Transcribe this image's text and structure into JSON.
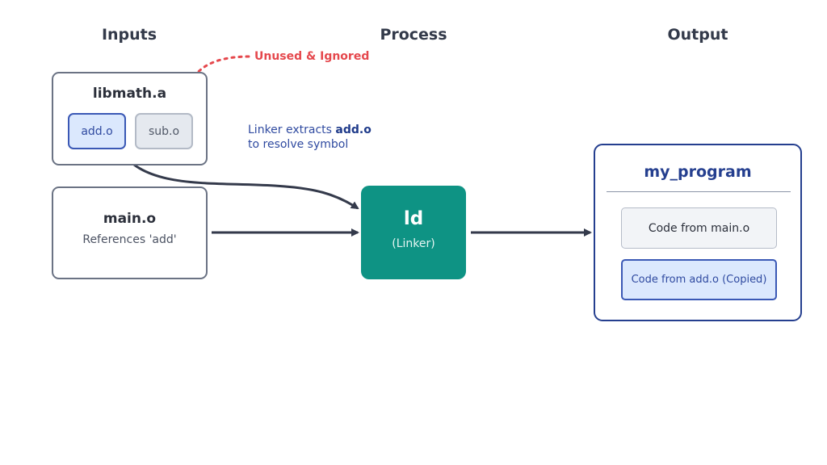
{
  "columns": {
    "inputs": "Inputs",
    "process": "Process",
    "output": "Output"
  },
  "annotation_unused": "Unused & Ignored",
  "libmath": {
    "title": "libmath.a",
    "add_module": "add.o",
    "sub_module": "sub.o"
  },
  "main_obj": {
    "title": "main.o",
    "subtitle": "References 'add'"
  },
  "linker_note": {
    "line1_prefix": "Linker extracts ",
    "line1_bold": "add.o",
    "line2": "to resolve symbol"
  },
  "linker": {
    "title": "ld",
    "subtitle": "(Linker)"
  },
  "program": {
    "title": "my_program",
    "section_main": "Code from main.o",
    "section_add": "Code from add.o (Copied)"
  },
  "colors": {
    "accent_teal": "#0e9384",
    "accent_navy": "#253f8f",
    "warning_red": "#e5484d",
    "arrow": "#343a4b"
  }
}
